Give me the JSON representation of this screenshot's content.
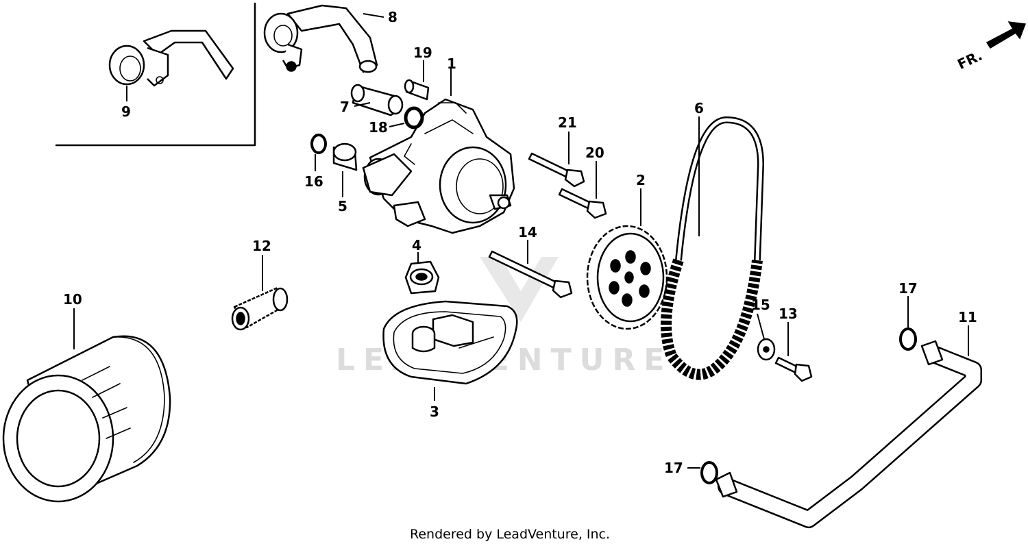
{
  "orientation_label": "FR.",
  "watermark": "LEADVENTURE",
  "credit": "Rendered by LeadVenture, Inc.",
  "callouts": {
    "c1": "1",
    "c2": "2",
    "c3": "3",
    "c4": "4",
    "c5": "5",
    "c6": "6",
    "c7": "7",
    "c8": "8",
    "c9": "9",
    "c10": "10",
    "c11": "11",
    "c12": "12",
    "c13": "13",
    "c14": "14",
    "c15": "15",
    "c16": "16",
    "c17a": "17",
    "c17b": "17",
    "c18": "18",
    "c19": "19",
    "c20": "20",
    "c21": "21"
  }
}
